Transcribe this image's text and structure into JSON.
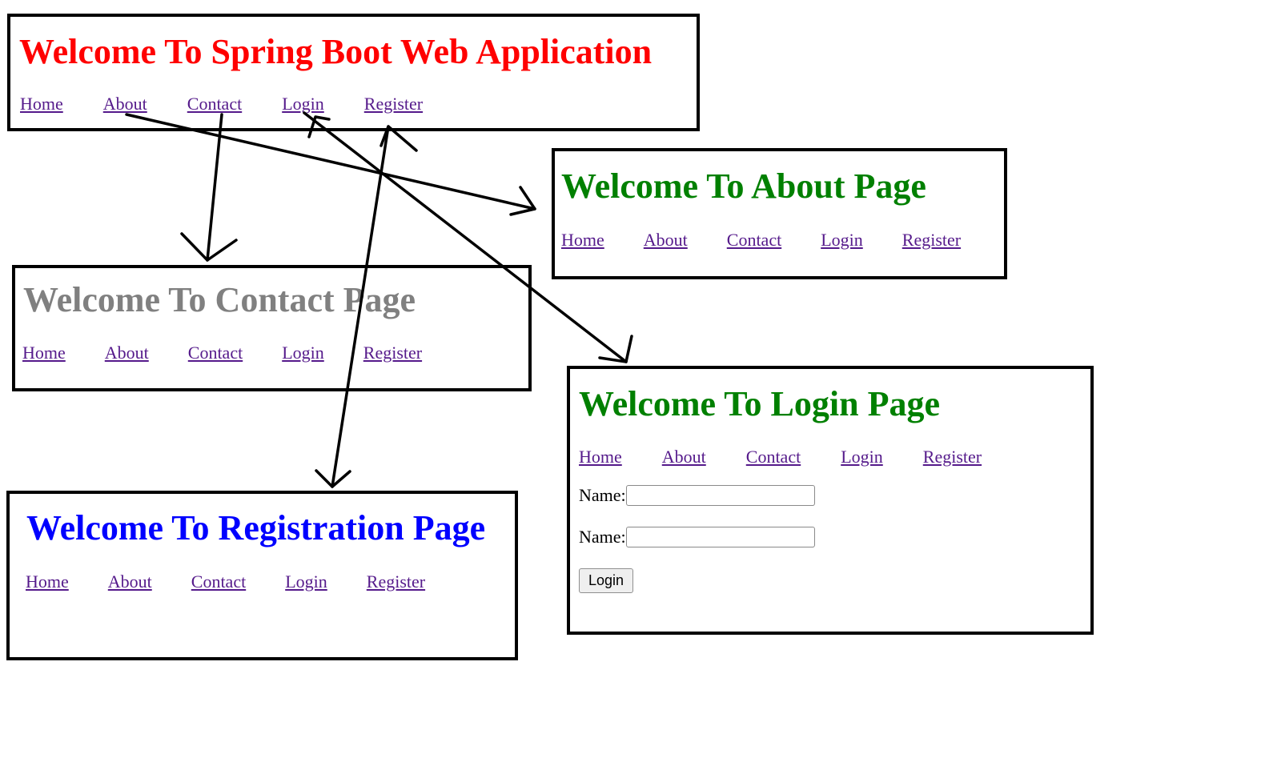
{
  "nav_links": [
    "Home",
    "About",
    "Contact",
    "Login",
    "Register"
  ],
  "panels": {
    "main": {
      "title": "Welcome To Spring Boot Web Application",
      "title_color": "#ff0000"
    },
    "about": {
      "title": "Welcome To About Page",
      "title_color": "#008000"
    },
    "contact": {
      "title": "Welcome To Contact Page",
      "title_color": "#808080"
    },
    "register": {
      "title": "Welcome To Registration Page",
      "title_color": "#0000ff"
    },
    "login": {
      "title": "Welcome To Login Page",
      "title_color": "#008000",
      "fields": [
        {
          "label": "Name:",
          "value": ""
        },
        {
          "label": "Name:",
          "value": ""
        }
      ],
      "button_label": "Login"
    }
  },
  "colors": {
    "link": "#551a8b",
    "border": "#000000",
    "arrow": "#000000"
  },
  "arrows": [
    {
      "from": "main.About",
      "to": "about"
    },
    {
      "from": "main.Contact",
      "to": "contact"
    },
    {
      "from": "main.Login",
      "to": "login"
    },
    {
      "from": "register",
      "to": "main.Register"
    }
  ]
}
